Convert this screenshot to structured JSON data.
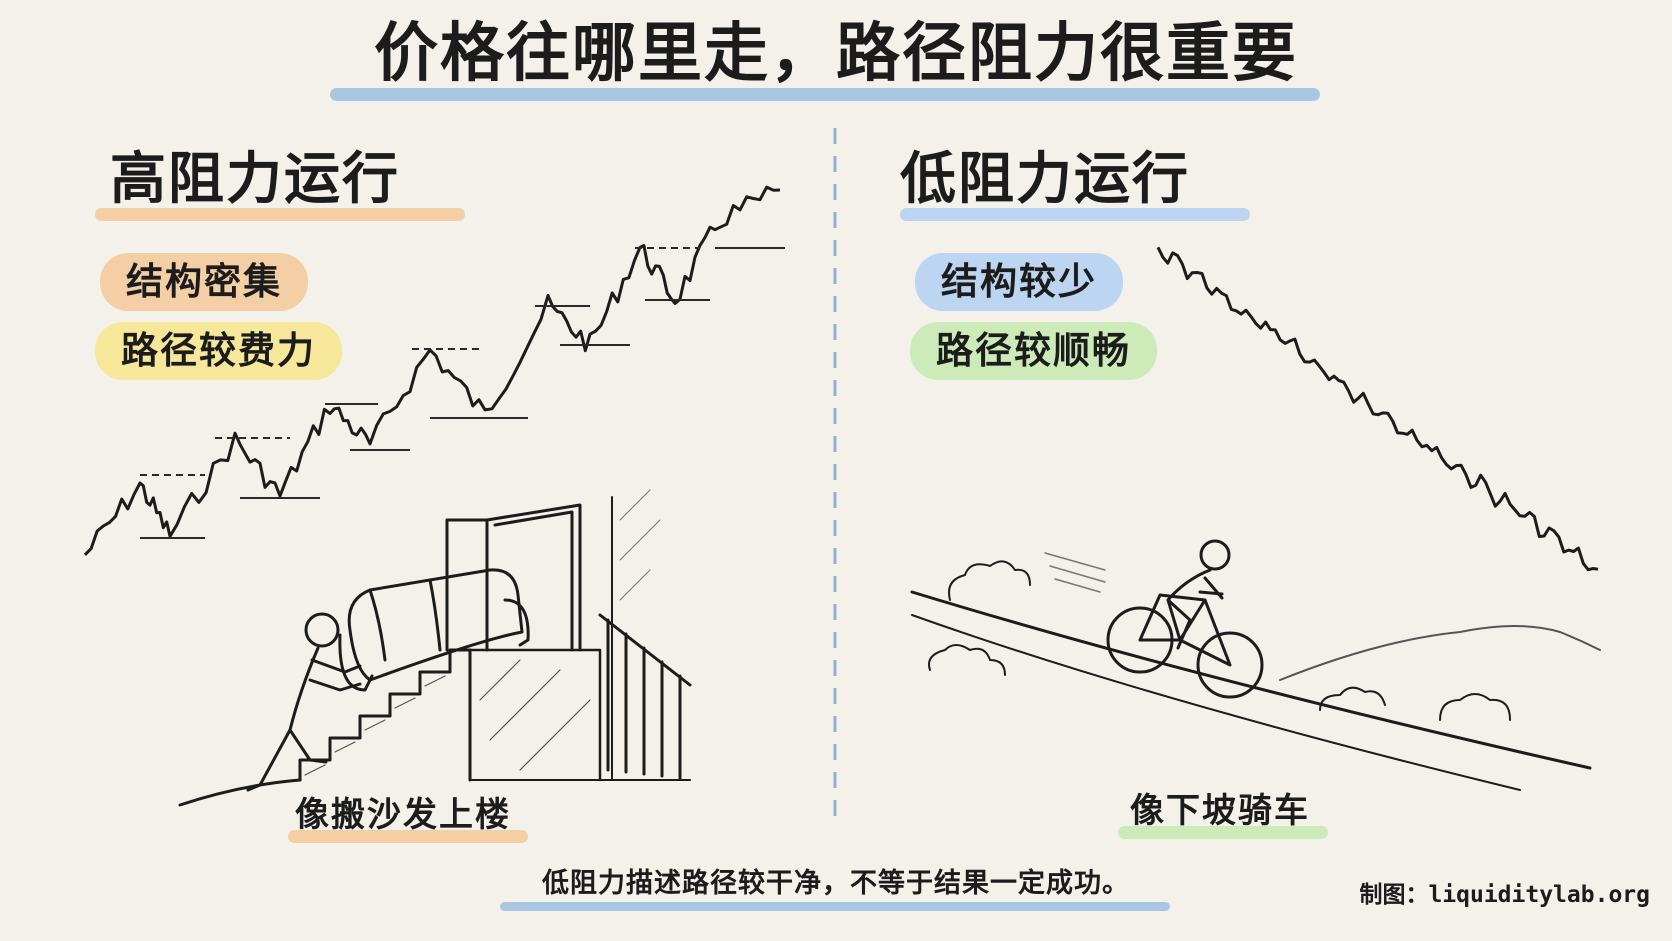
{
  "title": "价格往哪里走，路径阻力很重要",
  "colors": {
    "background": "#f3f1ea",
    "title_underline": "#a9c6e3",
    "orange": "#f4cfa6",
    "yellow": "#f6e79a",
    "blue": "#bcd5f0",
    "green": "#cdebb9"
  },
  "left": {
    "heading": "高阻力运行",
    "tags": [
      "结构密集",
      "路径较费力"
    ],
    "caption": "像搬沙发上楼",
    "illustration_icon": "person-carrying-sofa-upstairs-icon"
  },
  "right": {
    "heading": "低阻力运行",
    "tags": [
      "结构较少",
      "路径较顺畅"
    ],
    "caption": "像下坡骑车",
    "illustration_icon": "cyclist-downhill-icon"
  },
  "footnote": "低阻力描述路径较干净，不等于结果一定成功。",
  "credit": "制图：liquiditylab.org"
}
